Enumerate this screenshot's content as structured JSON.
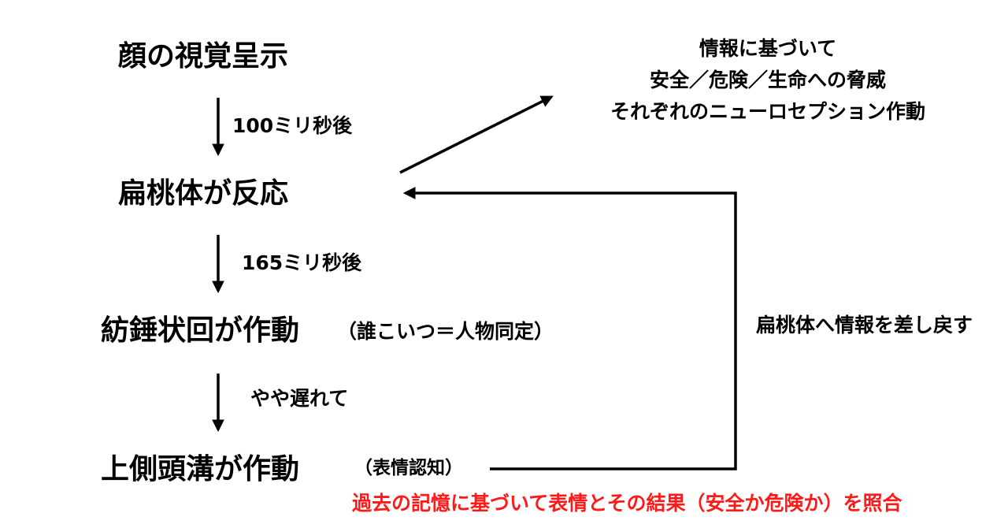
{
  "nodes": {
    "face": "顔の視覚呈示",
    "amygdala": "扁桃体が反応",
    "fusiform": "紡錘状回が作動",
    "fusiform_note": "（誰こいつ＝人物同定）",
    "sts": "上側頭溝が作動",
    "sts_note": "（表情認知）"
  },
  "timings": {
    "t1": "100ミリ秒後",
    "t2": "165ミリ秒後",
    "t3": "やや遅れて"
  },
  "right_note": {
    "lines": [
      "情報に基づいて",
      "安全／危険／生命への脅威",
      "それぞれのニューロセプション作動"
    ]
  },
  "feedback_label": "扁桃体へ情報を差し戻す",
  "bottom_note": "過去の記憶に基づいて表情とその結果（安全か危険か）を照合",
  "colors": {
    "text": "#000000",
    "highlight": "#ff1a1a",
    "background": "#ffffff"
  }
}
